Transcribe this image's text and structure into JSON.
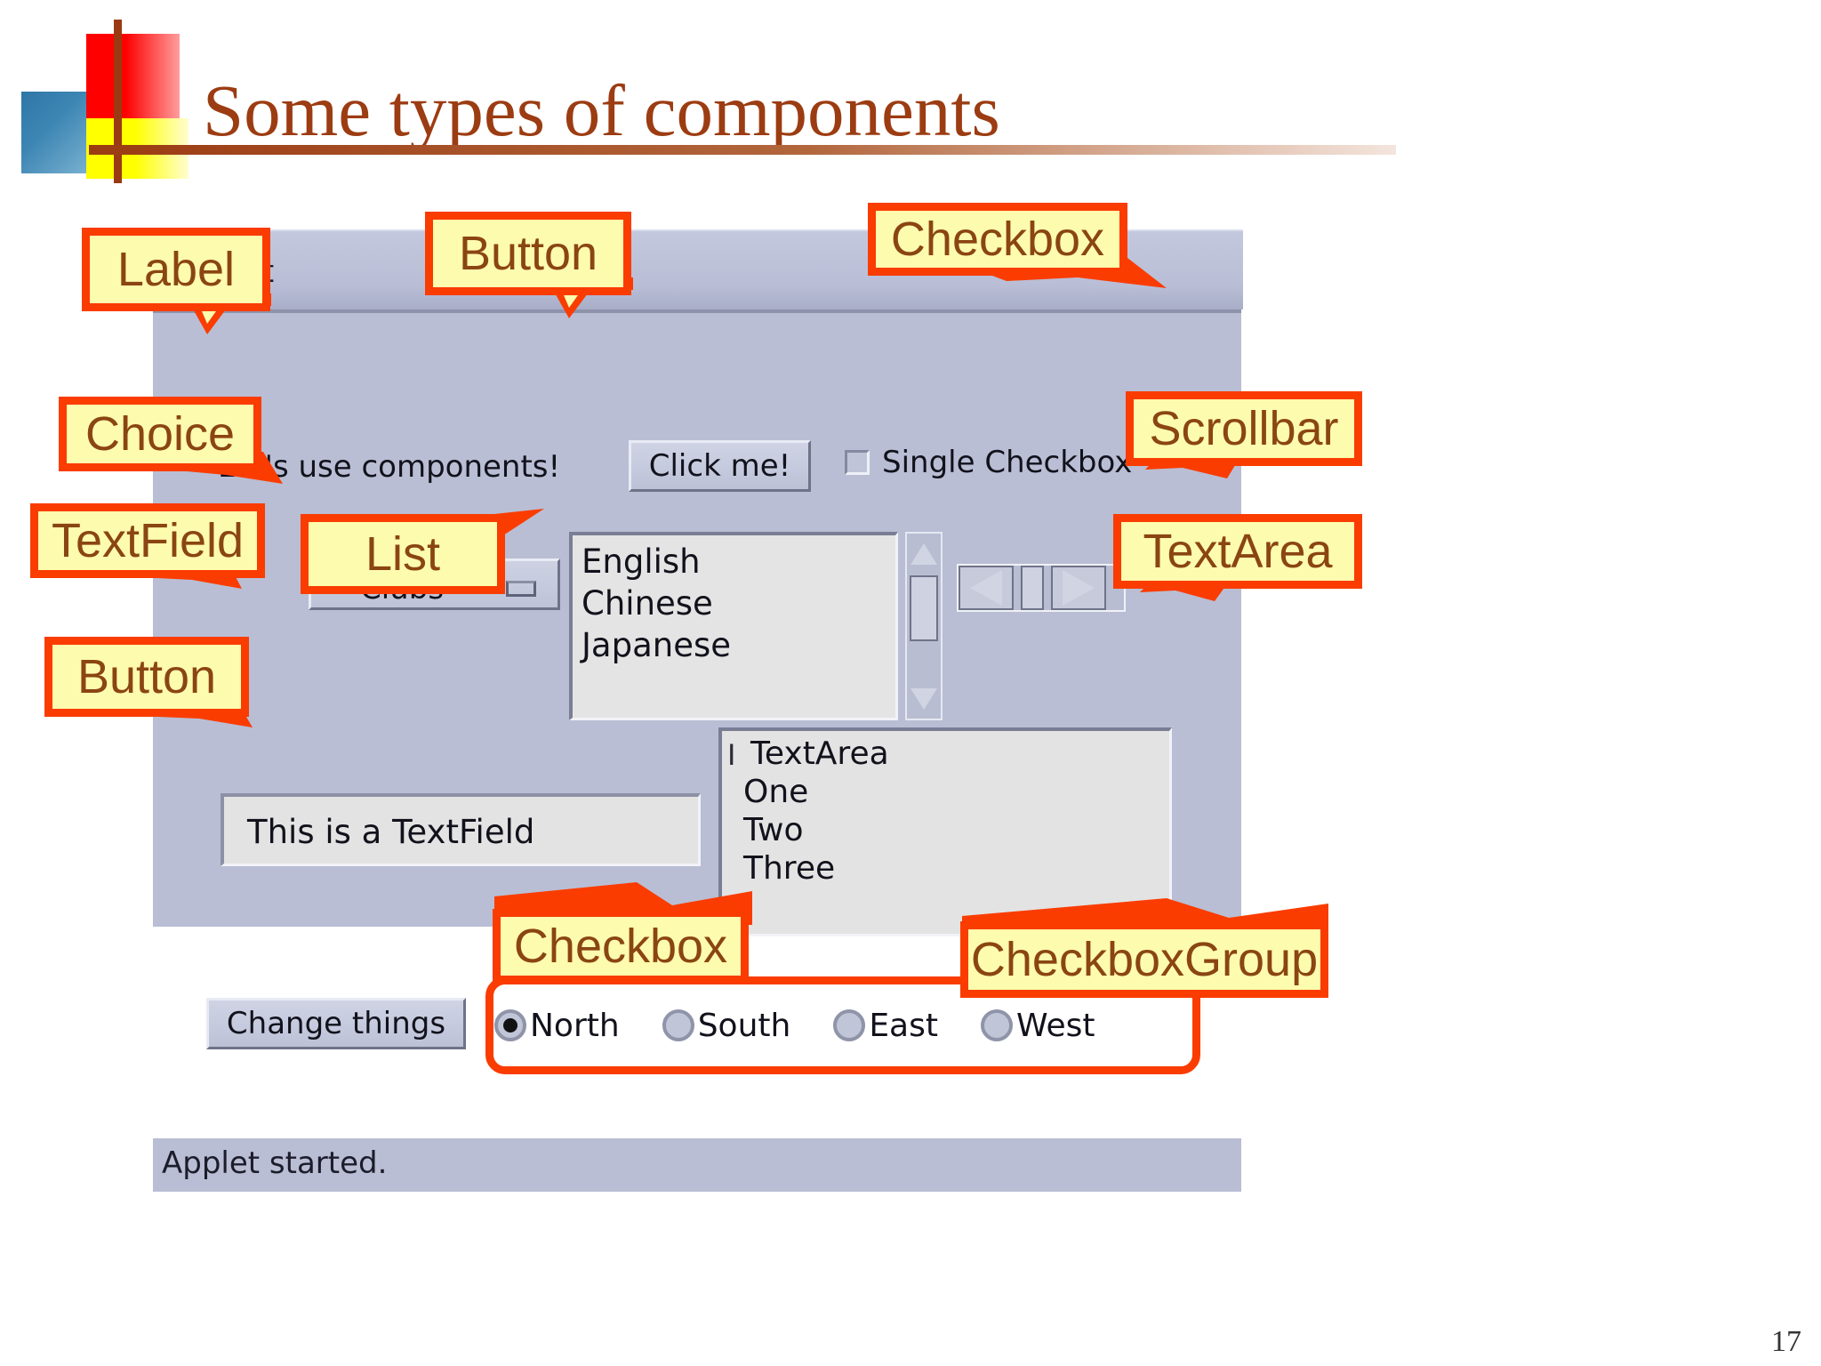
{
  "slide": {
    "title": "Some types of components",
    "page_number": "17"
  },
  "applet": {
    "titlebar_text": "et",
    "status_text": "Applet started.",
    "label_text": "Let's use components!",
    "button_click": "Click me!",
    "checkbox_single": {
      "label": "Single Checkbox",
      "checked": false
    },
    "choice": {
      "value": "Clubs"
    },
    "list_items": [
      "English",
      "Chinese",
      "Japanese"
    ],
    "textarea_lines": [
      "TextArea",
      "One",
      "Two",
      "Three"
    ],
    "textfield_value": "This is a TextField",
    "button_change": "Change things",
    "radios": [
      {
        "label": "North",
        "selected": true
      },
      {
        "label": "South",
        "selected": false
      },
      {
        "label": "East",
        "selected": false
      },
      {
        "label": "West",
        "selected": false
      }
    ]
  },
  "callouts": {
    "label": "Label",
    "button_top": "Button",
    "checkbox_top": "Checkbox",
    "choice": "Choice",
    "scrollbar": "Scrollbar",
    "textfield": "TextField",
    "list": "List",
    "textarea": "TextArea",
    "button_bottom": "Button",
    "checkbox_bottom": "Checkbox",
    "checkboxgroup": "CheckboxGroup"
  },
  "colors": {
    "callout_fill": "#fdfbae",
    "callout_border": "#fa3c00",
    "callout_text": "#8a4512",
    "title_text": "#9c3c12",
    "applet_bg": "#b9bed4"
  }
}
